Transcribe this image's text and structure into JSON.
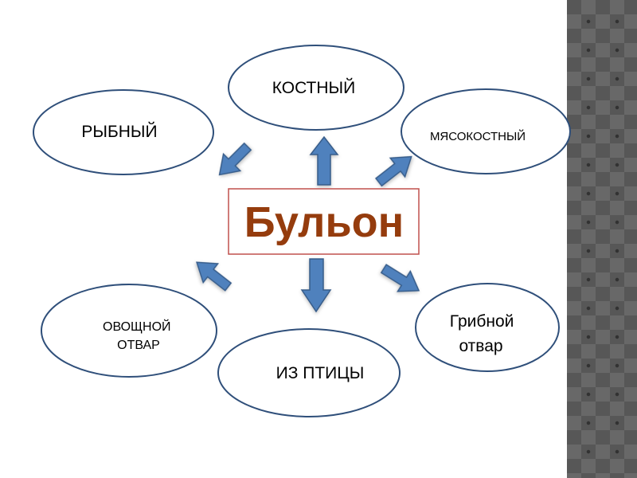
{
  "diagram": {
    "center": {
      "label": "Бульон",
      "color": "#953c0d",
      "border": "#c0504d"
    },
    "nodes": [
      {
        "id": "fish",
        "lines": [
          "РЫБНЫЙ"
        ]
      },
      {
        "id": "bone",
        "lines": [
          "КОСТНЫЙ"
        ]
      },
      {
        "id": "meat-bone",
        "lines": [
          "МЯСОКОСТНЫЙ"
        ]
      },
      {
        "id": "vegetable",
        "lines": [
          "ОВОЩНОЙ",
          "ОТВАР"
        ]
      },
      {
        "id": "poultry",
        "lines": [
          "ИЗ ПТИЦЫ"
        ]
      },
      {
        "id": "mushroom",
        "lines": [
          "Грибной",
          "отвар"
        ]
      }
    ],
    "colors": {
      "ellipse_stroke": "#2f4f7a",
      "arrow_fill": "#4f81bd",
      "arrow_stroke": "#385d8a",
      "text": "#000000"
    }
  }
}
